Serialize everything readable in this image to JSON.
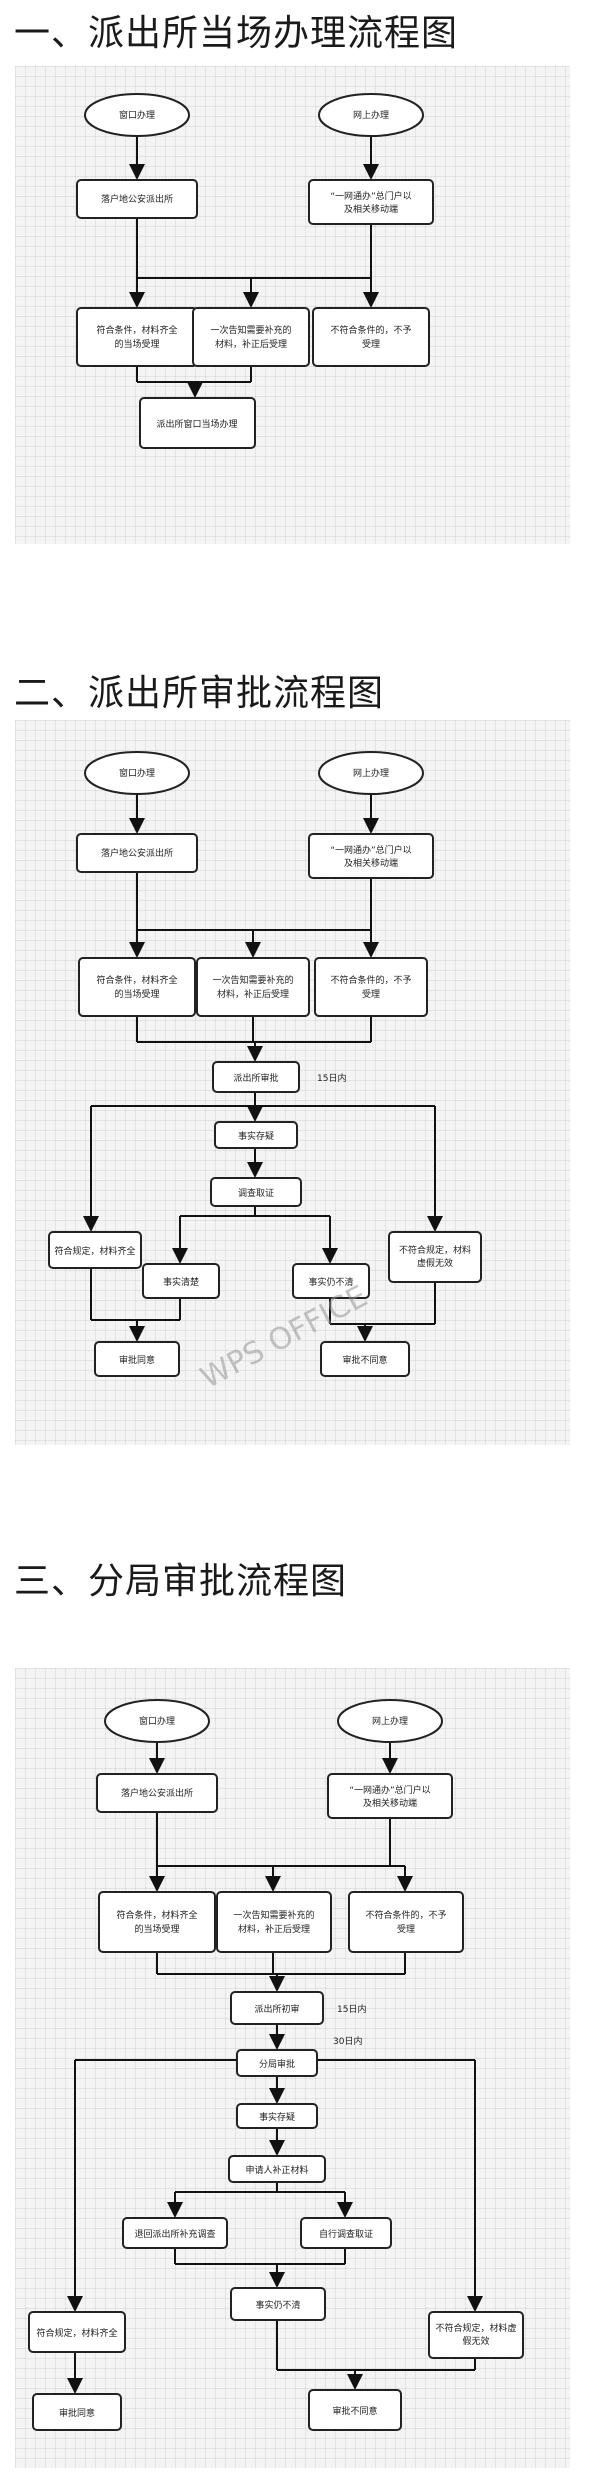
{
  "sections": [
    {
      "title": "一、派出所当场办理流程图",
      "nodes": {
        "start_window": "窗口办理",
        "start_online": "网上办理",
        "box_a": "落户地公安派出所",
        "box_b": [
          "“一网通办”总门户以",
          "及相关移动端"
        ],
        "box_c": [
          "符合条件，材料齐全",
          "的当场受理"
        ],
        "box_d": [
          "一次告知需要补充的",
          "材料，补正后受理"
        ],
        "box_e": [
          "不符合条件的，不予",
          "受理"
        ],
        "box_f": "派出所窗口当场办理"
      }
    },
    {
      "title": "二、派出所审批流程图",
      "nodes": {
        "start_window": "窗口办理",
        "start_online": "网上办理",
        "box_a": "落户地公安派出所",
        "box_b": [
          "“一网通办”总门户以",
          "及相关移动端"
        ],
        "box_c": [
          "符合条件，材料齐全",
          "的当场受理"
        ],
        "box_d": [
          "一次告知需要补充的",
          "材料，补正后受理"
        ],
        "box_e": [
          "不符合条件的，不予",
          "受理"
        ],
        "review": "派出所审批",
        "review_note": "15日内",
        "check": "事实存疑",
        "investigate": "调查取证",
        "ok_left": "符合规定，材料齐全",
        "clear": "事实清楚",
        "unclear": "事实仍不清",
        "fail_right": [
          "不符合规定，材料",
          "虚假无效"
        ],
        "approve": "审批同意",
        "reject": "审批不同意"
      }
    },
    {
      "title": "三、分局审批流程图",
      "nodes": {
        "start_window": "窗口办理",
        "start_online": "网上办理",
        "box_a": "落户地公安派出所",
        "box_b": [
          "“一网通办”总门户以",
          "及相关移动端"
        ],
        "box_c": [
          "符合条件，材料齐全",
          "的当场受理"
        ],
        "box_d": [
          "一次告知需要补充的",
          "材料，补正后受理"
        ],
        "box_e": [
          "不符合条件的，不予",
          "受理"
        ],
        "precheck": "派出所初审",
        "precheck_note": "15日内",
        "branch": "分局审批",
        "branch_note": "30日内",
        "check": "事实存疑",
        "supplement": "申请人补正材料",
        "back_invest": "退回派出所补充调查",
        "self_invest": "自行调查取证",
        "ok_left": "符合规定，材料齐全",
        "still_unclear": "事实仍不清",
        "fail_right": [
          "不符合规定，材料虚",
          "假无效"
        ],
        "approve": "审批同意",
        "reject": "审批不同意"
      }
    }
  ],
  "watermark": "WPS OFFICE"
}
